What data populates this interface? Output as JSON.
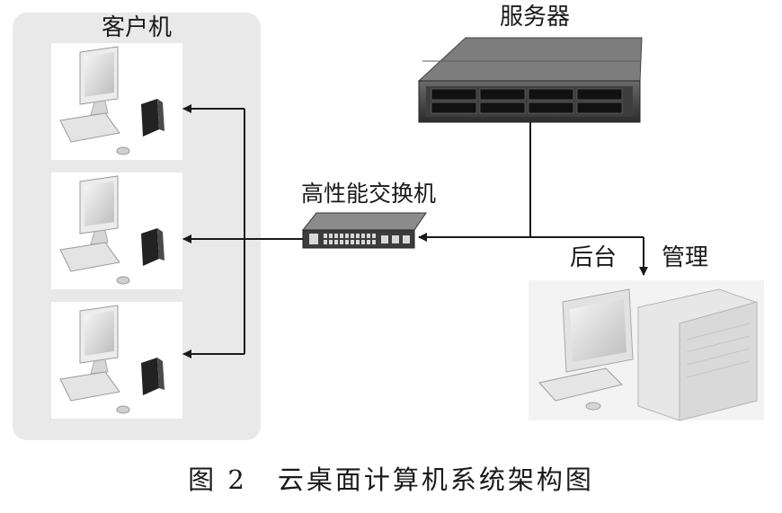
{
  "clients": {
    "title": "客户机",
    "items": [
      "client-1",
      "client-2",
      "client-3"
    ]
  },
  "server": {
    "label": "服务器",
    "icon": "rack-server-icon"
  },
  "switch": {
    "label": "高性能交换机",
    "icon": "network-switch-icon"
  },
  "admin": {
    "label_part1": "后台",
    "label_part2": "管理",
    "icon": "desktop-computer-icon"
  },
  "caption": {
    "number": "图 2",
    "text": "云桌面计算机系统架构图"
  },
  "colors": {
    "panel": "#e9e9e9",
    "line": "#1a1a1a",
    "device": "#3a3a3a"
  }
}
